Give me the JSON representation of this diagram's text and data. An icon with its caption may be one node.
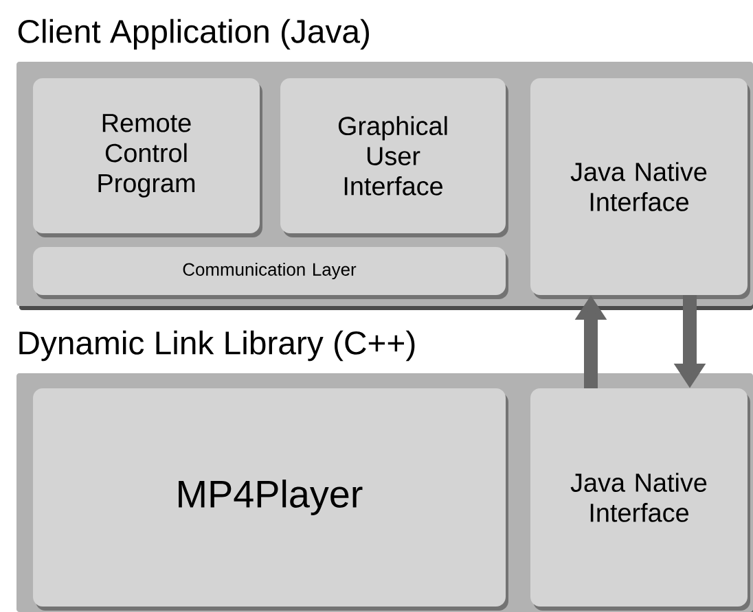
{
  "diagram": {
    "nodes": [
      {
        "text": [
          "Client Application (Java)"
        ]
      },
      {
        "text": [
          "Remote Control Program"
        ],
        "in": 0
      },
      {
        "text": [
          "Graphical User Interface"
        ],
        "in": 0
      },
      {
        "text": [
          "Communication Layer"
        ],
        "in": 0
      },
      {
        "text": [
          "Java Native Interface"
        ],
        "in": 0
      },
      {
        "text": [
          "Dynamic Link Library (C++)"
        ]
      },
      {
        "text": [
          "MP4Player"
        ],
        "in": 5
      },
      {
        "text": [
          "Java Native Interface"
        ],
        "in": 5
      }
    ],
    "edges": [
      {
        "from": 7,
        "to": 4,
        "arrow": "to"
      },
      {
        "from": 4,
        "to": 7,
        "arrow": "to"
      }
    ]
  }
}
